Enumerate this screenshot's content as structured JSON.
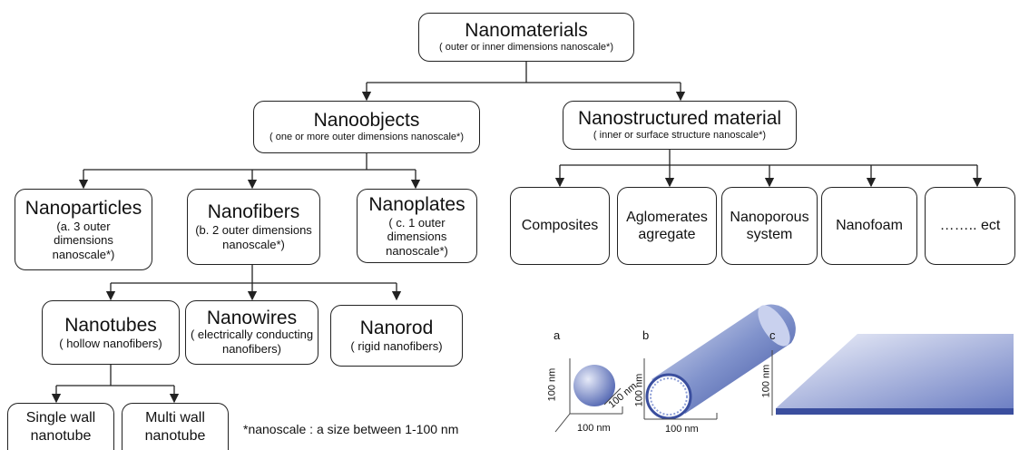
{
  "root": {
    "title": "Nanomaterials",
    "subtitle": "( outer or inner dimensions nanoscale*)"
  },
  "objects": {
    "title": "Nanoobjects",
    "subtitle": "( one or more outer dimensions nanoscale*)"
  },
  "structured": {
    "title": "Nanostructured material",
    "subtitle": "( inner or surface structure nanoscale*)"
  },
  "particles": {
    "title": "Nanoparticles",
    "subtitle": "(a. 3 outer\ndimensions\nnanoscale*)"
  },
  "fibers": {
    "title": "Nanofibers",
    "subtitle": "(b. 2 outer dimensions\nnanoscale*)"
  },
  "plates": {
    "title": "Nanoplates",
    "subtitle": "( c. 1 outer dimensions\nnanoscale*)"
  },
  "structured_types": [
    "Composites",
    "Aglomerates\nagregate",
    "Nanoporous\nsystem",
    "Nanofoam",
    "…….. ect"
  ],
  "tubes": {
    "title": "Nanotubes",
    "subtitle": "( hollow nanofibers)"
  },
  "wires": {
    "title": "Nanowires",
    "subtitle": "( electrically conducting\nnanofibers)"
  },
  "rods": {
    "title": "Nanorod",
    "subtitle": "( rigid nanofibers)"
  },
  "single_wall": "Single wall\nnanotube",
  "multi_wall": "Multi wall\nnanotube",
  "footnote": "*nanoscale : a size between 1-100 nm",
  "illustration": {
    "panel_a": "a",
    "panel_b": "b",
    "panel_c": "c",
    "a_height": "100 nm",
    "a_depth": "100 nm",
    "a_width": "100 nm",
    "b_height": "100 nm",
    "b_width": "100 nm",
    "c_height": "100 nm"
  },
  "colors": {
    "line": "#222222",
    "shape_light": "#e6eaf8",
    "shape_dark": "#3a4e9e"
  }
}
